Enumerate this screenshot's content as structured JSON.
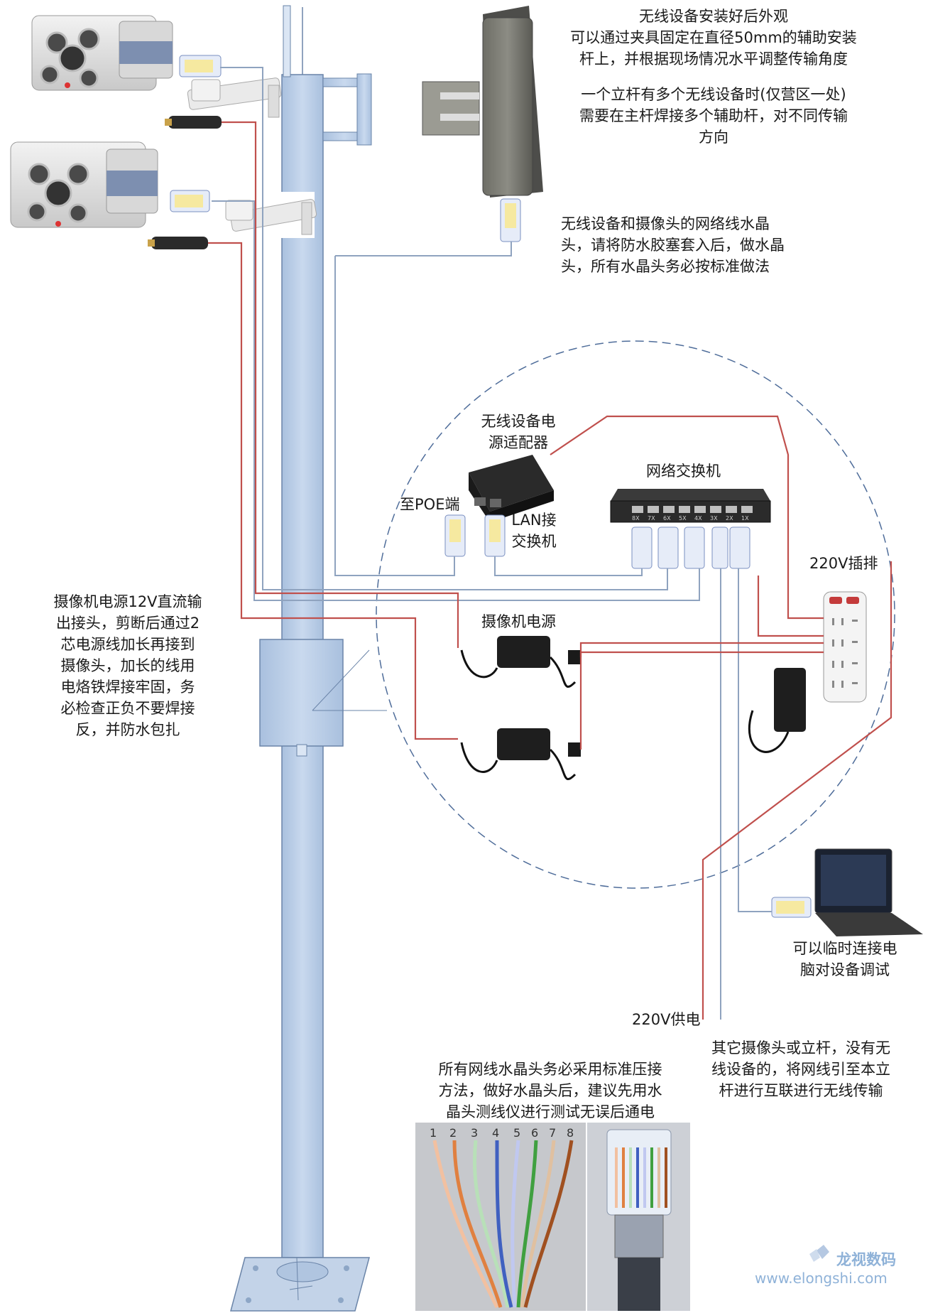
{
  "labels": {
    "wireless_install": [
      "无线设备安装好后外观",
      "可以通过夹具固定在直径50mm的辅助安装",
      "杆上，并根据现场情况水平调整传输角度",
      "",
      "一个立杆有多个无线设备时(仅营区一处)",
      "需要在主杆焊接多个辅助杆，对不同传输",
      "方向"
    ],
    "rj45_note": [
      "无线设备和摄像头的网络线水晶",
      "头，请将防水胶塞套入后，做水晶",
      "头，所有水晶头务必按标准做法"
    ],
    "poe_adapter": [
      "无线设备电",
      "源适配器"
    ],
    "to_poe": "至POE端",
    "lan_switch": [
      "LAN接",
      "交换机"
    ],
    "network_switch": "网络交换机",
    "power_strip": "220V插排",
    "camera_power": "摄像机电源",
    "camera_power_note": [
      "摄像机电源12V直流输",
      "出接头，剪断后通过2",
      "芯电源线加长再接到",
      "摄像头，加长的线用",
      "电烙铁焊接牢固，务",
      "必检查正负不要焊接",
      "反，并防水包扎"
    ],
    "laptop_note": [
      "可以临时连接电",
      "脑对设备调试"
    ],
    "supply_220v": "220V供电",
    "other_cameras": [
      "其它摄像头或立杆，没有无",
      "线设备的，将网线引至本立",
      "杆进行互联进行无线传输"
    ],
    "crimp_note": [
      "所有网线水晶头务必采用标准压接",
      "方法，做好水晶头后，建议先用水",
      "晶头测线仪进行测试无误后通电"
    ],
    "wire_numbers": [
      "1",
      "2",
      "3",
      "4",
      "5",
      "6",
      "7",
      "8"
    ],
    "switch_ports": [
      "8X",
      "7X",
      "6X",
      "5X",
      "4X",
      "3X",
      "2X",
      "1X"
    ]
  },
  "watermark": {
    "brand": "龙视数码",
    "url": "www.elongshi.com"
  },
  "colors": {
    "pole": "#b8cde6",
    "pole_stroke": "#6a84a8",
    "power_cable": "#c0504d",
    "network_cable": "#8fa3bf",
    "dashed_circle": "#4f6d9a"
  }
}
